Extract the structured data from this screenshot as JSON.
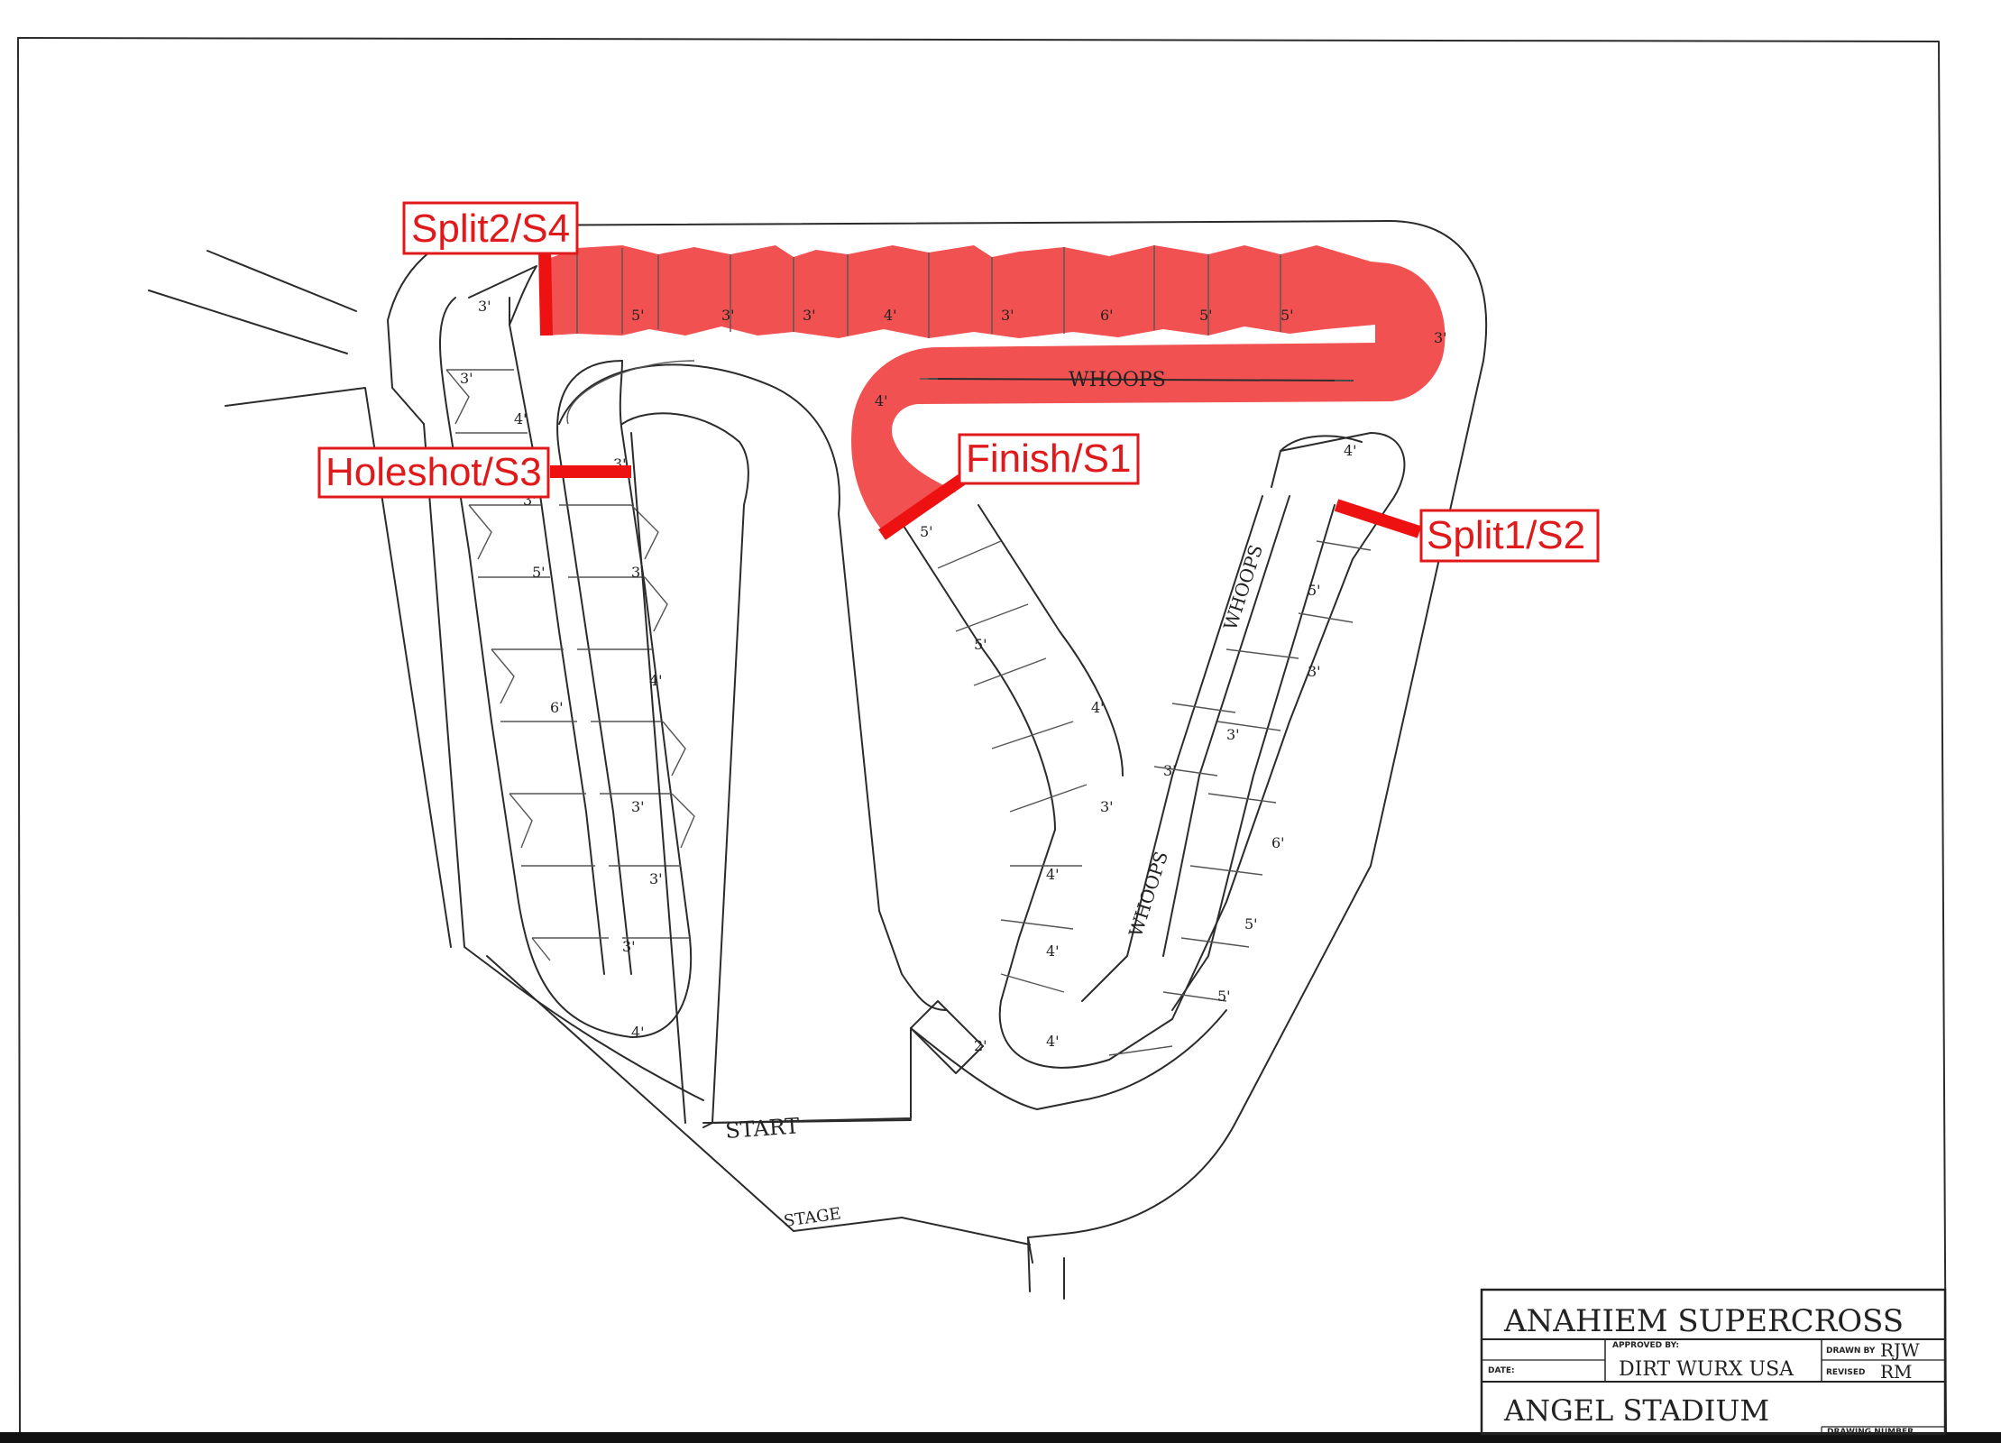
{
  "labels": {
    "split2": "Split2/S4",
    "holeshot": "Holeshot/S3",
    "finish": "Finish/S1",
    "split1": "Split1/S2"
  },
  "track_notes": {
    "whoops_top": "WHOOPS",
    "whoops_right_upper": "WHOOPS",
    "whoops_right_lower": "WHOOPS",
    "start": "START",
    "stage": "STAGE"
  },
  "title_block": {
    "title": "ANAHIEM SUPERCROSS",
    "approved_by_label": "APPROVED BY:",
    "approved_by": "DIRT WURX USA",
    "date_label": "DATE:",
    "drawn_by_label": "DRAWN BY",
    "drawn_by": "RJW",
    "revised_label": "REVISED",
    "revised": "RM",
    "venue": "ANGEL STADIUM",
    "drawing_number_label": "DRAWING NUMBER"
  },
  "colors": {
    "highlight": "#ee3333",
    "label": "#e0191b"
  }
}
